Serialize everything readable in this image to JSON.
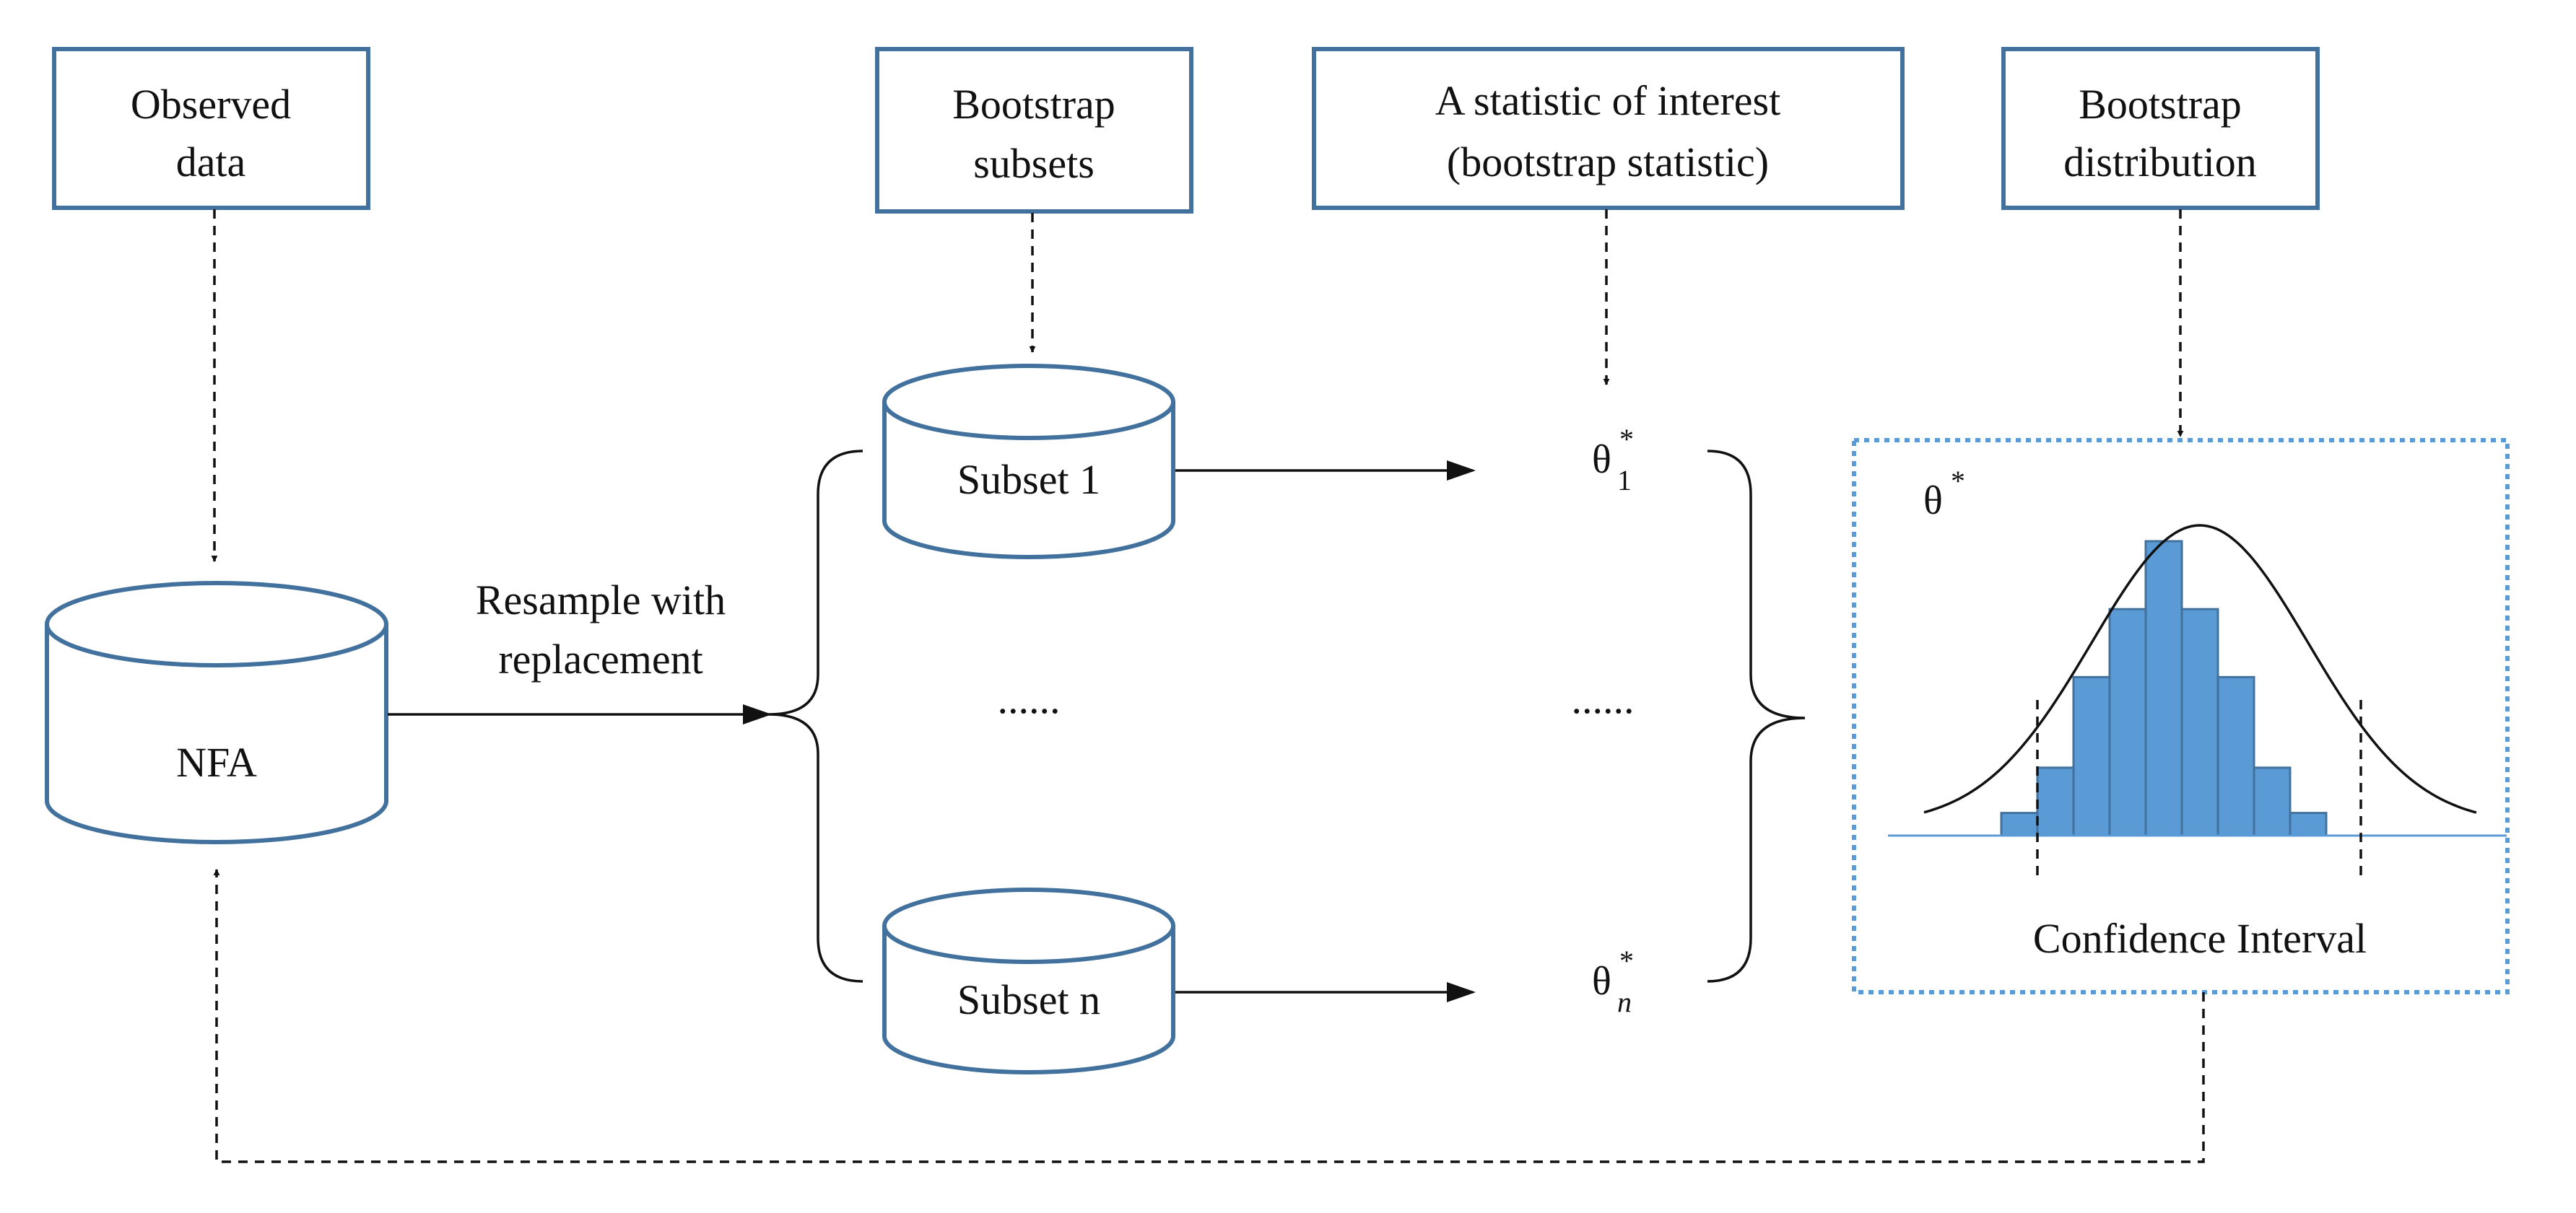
{
  "header_boxes": {
    "observed": [
      "Observed",
      "data"
    ],
    "subsets": [
      "Bootstrap",
      "subsets"
    ],
    "statistic": [
      "A statistic of interest",
      "(bootstrap statistic)"
    ],
    "distribution": [
      "Bootstrap",
      "distribution"
    ]
  },
  "nfa_label": "NFA",
  "resample_label": [
    "Resample with",
    "replacement"
  ],
  "subset_first": "Subset 1",
  "subset_last": "Subset n",
  "ellipsis": "......",
  "theta": {
    "symbol": "θ",
    "star": "*",
    "index_first": "1",
    "index_last": "n"
  },
  "distribution_panel": {
    "theta_label": "θ",
    "theta_star": "*",
    "ci_label": "Confidence Interval",
    "histogram_values": [
      1,
      3,
      7,
      10,
      13,
      10,
      7,
      3,
      1
    ]
  },
  "colors": {
    "box_border": "#41719C",
    "bar_fill": "#5B9BD5",
    "panel_dotted": "#5B9BD5"
  }
}
